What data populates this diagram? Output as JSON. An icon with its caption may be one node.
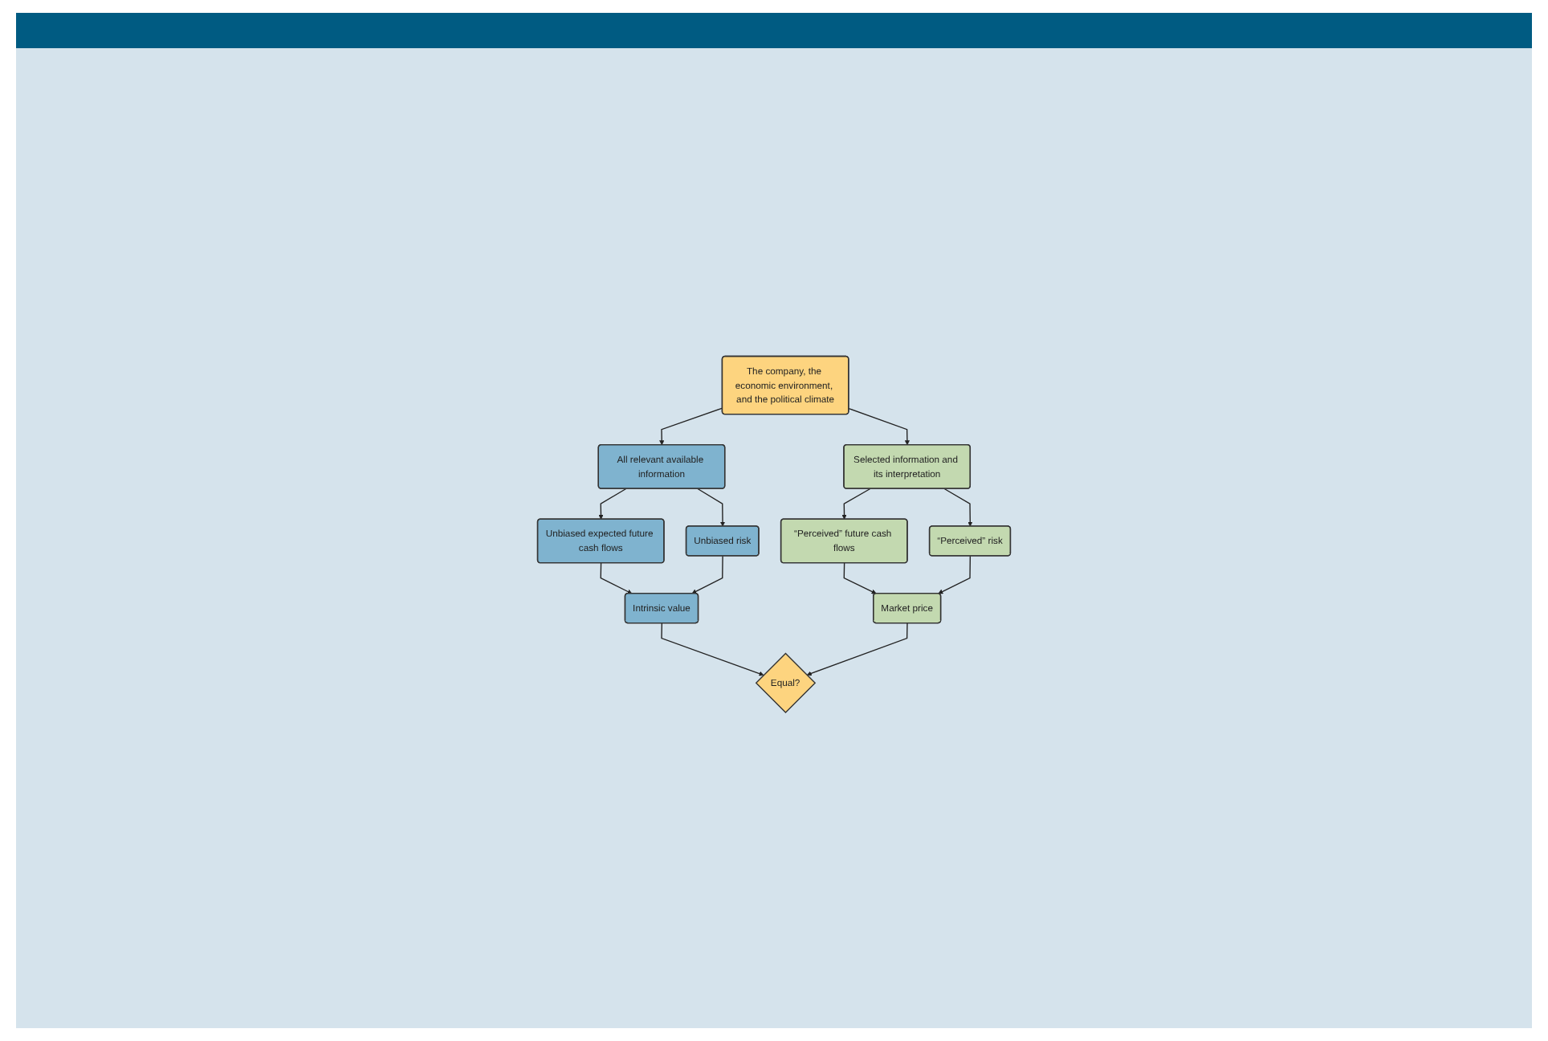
{
  "diagram": {
    "nodes": [
      {
        "text": [
          "The company, the economic environment, and the political climate"
        ]
      },
      {
        "text": [
          "All relevant available information"
        ]
      },
      {
        "text": [
          "Selected information and its interpretation"
        ]
      },
      {
        "text": [
          "Unbiased expected future cash flows"
        ]
      },
      {
        "text": [
          "Unbiased risk"
        ]
      },
      {
        "text": [
          "“Perceived” future cash flows"
        ]
      },
      {
        "text": [
          "“Perceived” risk"
        ]
      },
      {
        "text": [
          "Intrinsic value"
        ]
      },
      {
        "text": [
          "Equal?"
        ]
      },
      {
        "text": [
          "Market price"
        ]
      }
    ],
    "edges": [
      {
        "from": 0,
        "to": 1,
        "arrow": "to"
      },
      {
        "from": 0,
        "to": 2,
        "arrow": "to"
      },
      {
        "from": 1,
        "to": 3,
        "arrow": "to"
      },
      {
        "from": 1,
        "to": 4,
        "arrow": "to"
      },
      {
        "from": 2,
        "to": 5,
        "arrow": "to"
      },
      {
        "from": 2,
        "to": 6,
        "arrow": "to"
      },
      {
        "from": 3,
        "to": 7,
        "arrow": "to"
      },
      {
        "from": 4,
        "to": 7,
        "arrow": "to"
      },
      {
        "from": 5,
        "to": 9,
        "arrow": "to"
      },
      {
        "from": 6,
        "to": 9,
        "arrow": "to"
      },
      {
        "from": 7,
        "to": 8,
        "arrow": "to"
      },
      {
        "from": 9,
        "to": 8,
        "arrow": "to"
      }
    ]
  }
}
